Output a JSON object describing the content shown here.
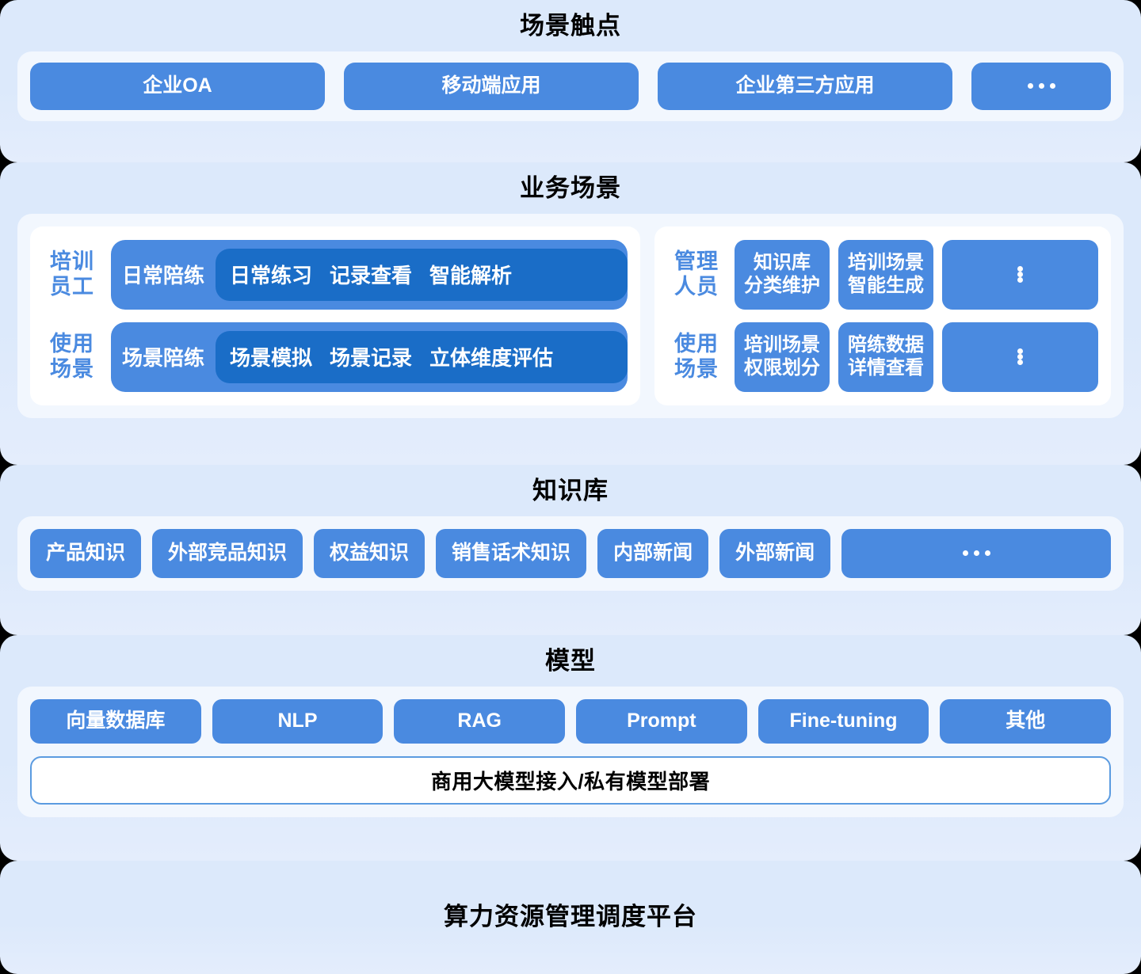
{
  "theme": {
    "page_bg": "#000000",
    "panel_bg": "#DCE9FB",
    "card_bg": "#F2F7FE",
    "subcard_bg": "#FFFFFF",
    "chip_blue": "#4A8AE0",
    "chip_deep_blue": "#1A6DC7",
    "band_purple": "#8B9CDF",
    "label_blue": "#4A8AE0",
    "title_black": "#000000",
    "border_blue": "#5B9BE0"
  },
  "ellipsis": "…",
  "sections": {
    "touchpoints": {
      "title": "场景触点",
      "chips": [
        "企业OA",
        "移动端应用",
        "企业第三方应用"
      ],
      "more": "…"
    },
    "business": {
      "title": "业务场景",
      "left": {
        "rows": [
          {
            "label": [
              "培训",
              "员工"
            ],
            "lead": "日常陪练",
            "items": [
              "日常练习",
              "记录查看",
              "智能解析"
            ]
          },
          {
            "label": [
              "使用",
              "场景"
            ],
            "lead": "场景陪练",
            "items": [
              "场景模拟",
              "场景记录",
              "立体维度评估"
            ]
          }
        ]
      },
      "right": {
        "rows": [
          {
            "label": [
              "管理",
              "人员"
            ],
            "chips": [
              [
                "知识库",
                "分类维护"
              ],
              [
                "培训场景",
                "智能生成"
              ]
            ],
            "more": "…"
          },
          {
            "label": [
              "使用",
              "场景"
            ],
            "chips": [
              [
                "培训场景",
                "权限划分"
              ],
              [
                "陪练数据",
                "详情查看"
              ]
            ],
            "more": "…"
          }
        ]
      }
    },
    "knowledge": {
      "title": "知识库",
      "chips": [
        "产品知识",
        "外部竞品知识",
        "权益知识",
        "销售话术知识",
        "内部新闻",
        "外部新闻"
      ],
      "more": "…"
    },
    "model": {
      "title": "模型",
      "chips": [
        "向量数据库",
        "NLP",
        "RAG",
        "Prompt",
        "Fine-tuning",
        "其他"
      ],
      "deploy": "商用大模型接入/私有模型部署"
    },
    "compute": {
      "title": "算力资源管理调度平台"
    }
  }
}
